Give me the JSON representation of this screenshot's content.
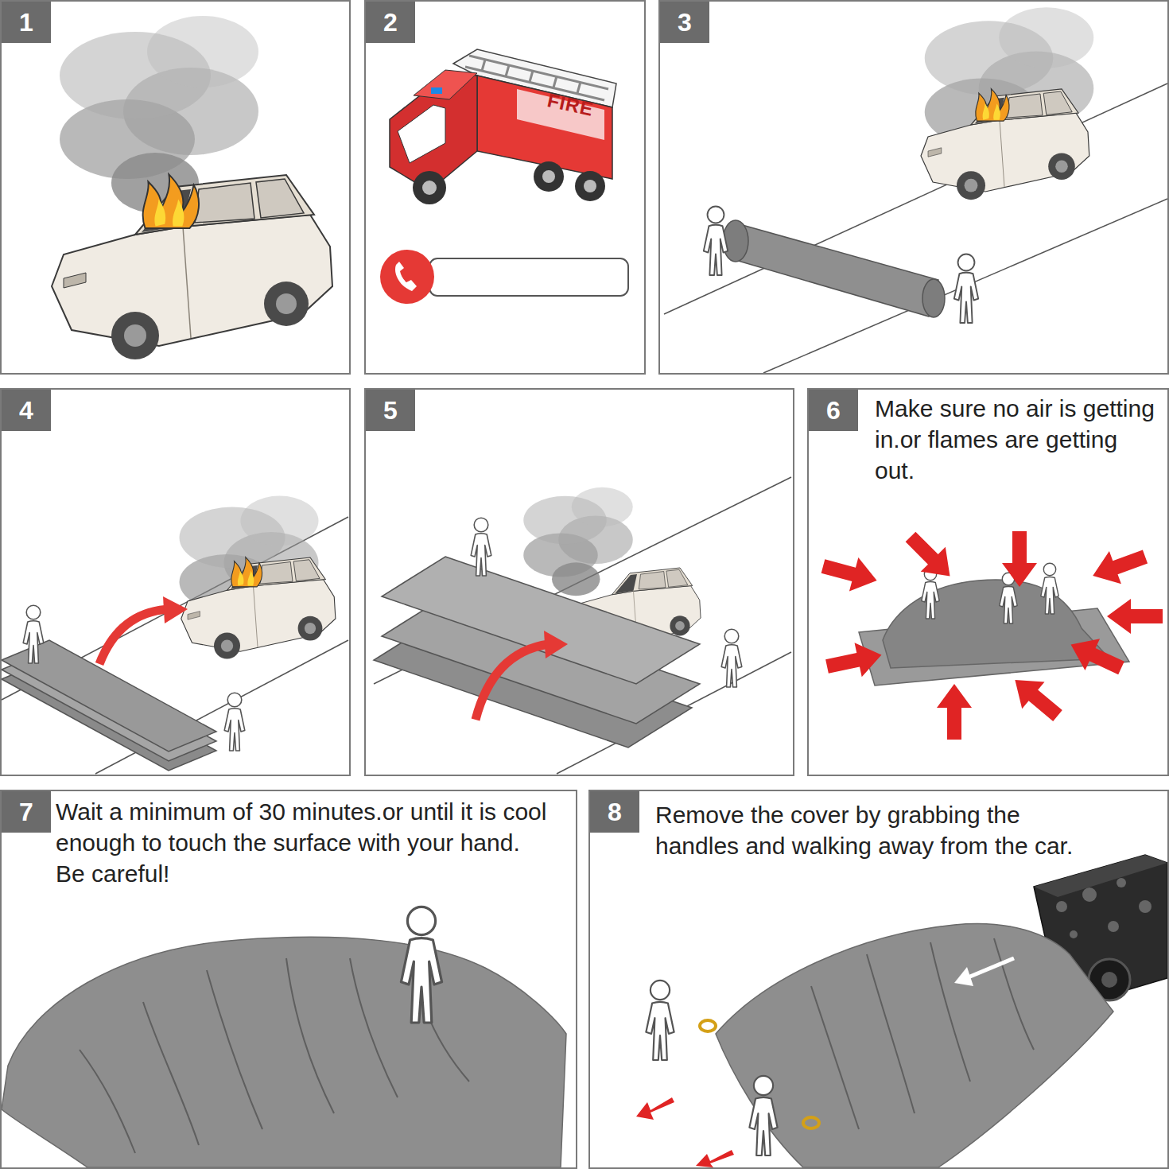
{
  "diagram": {
    "nodes": [
      {
        "text": [
          "1"
        ]
      },
      {
        "text": [
          "2"
        ]
      },
      {
        "text": [
          "3"
        ]
      },
      {
        "text": [
          "4"
        ]
      },
      {
        "text": [
          "5"
        ]
      },
      {
        "text": [
          "6",
          "Make sure no air is getting in.or flames are getting out."
        ]
      },
      {
        "text": [
          "7",
          "Wait a minimum of 30 minutes.or until it is cool enough to touch the surface with your hand.",
          "Be careful!"
        ]
      },
      {
        "text": [
          "8",
          "Remove the cover by grabbing the handles and walking away from the car."
        ]
      }
    ],
    "labels": [
      "FIRE"
    ]
  }
}
